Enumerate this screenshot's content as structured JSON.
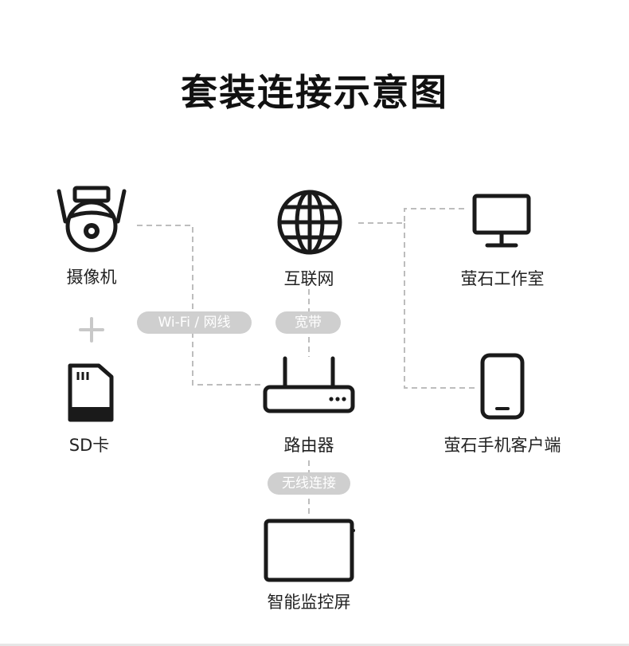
{
  "title": "套装连接示意图",
  "nodes": {
    "camera": "摄像机",
    "sd_card": "SD卡",
    "internet": "互联网",
    "studio": "萤石工作室",
    "phone_client": "萤石手机客户端",
    "router": "路由器",
    "monitor": "智能监控屏"
  },
  "connections": {
    "wifi_cable": "Wi-Fi / 网线",
    "broadband": "宽带",
    "wireless": "无线连接"
  },
  "colors": {
    "icon": "#1a1a1a",
    "dashed_line": "#bdbdbd",
    "pill_bg": "#cfcfcf",
    "pill_text": "#ffffff"
  }
}
